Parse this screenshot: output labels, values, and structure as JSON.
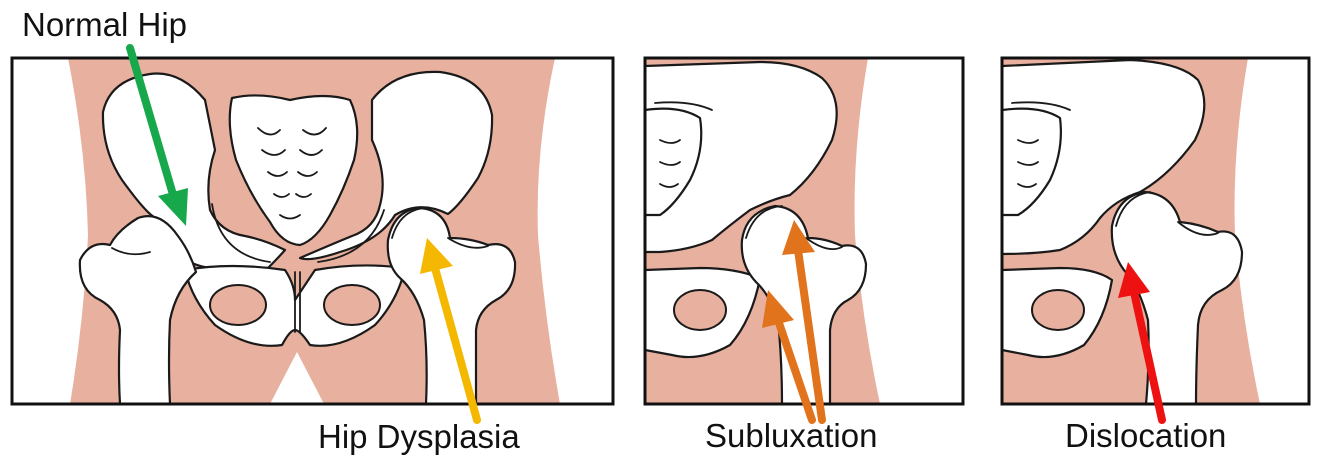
{
  "labels": {
    "normal_hip": "Normal Hip",
    "hip_dysplasia": "Hip Dysplasia",
    "subluxation": "Subluxation",
    "dislocation": "Dislocation"
  },
  "colors": {
    "skin": "#e8b09e",
    "bone": "#ffffff",
    "outline": "#1a1a1a",
    "arrow_normal": "#16a84a",
    "arrow_dysplasia": "#f5b800",
    "arrow_subluxation": "#e0731c",
    "arrow_dislocation": "#ee1111"
  }
}
